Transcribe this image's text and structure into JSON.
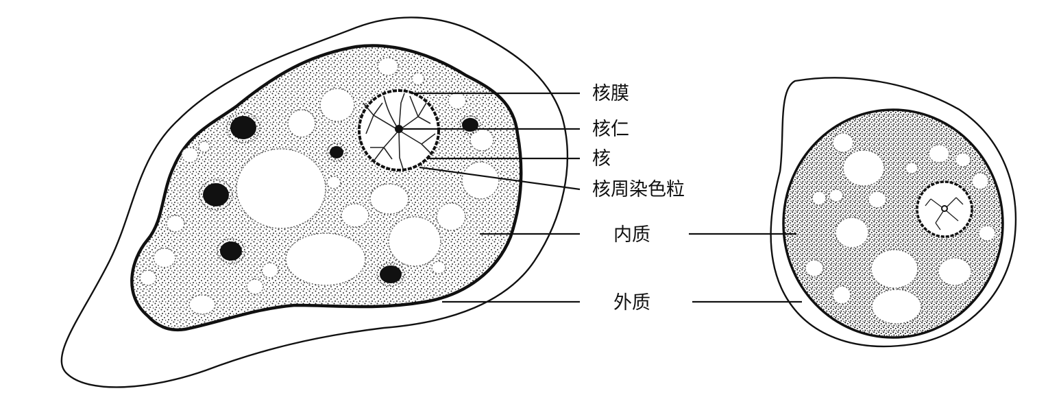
{
  "labels": {
    "nuclear_membrane": "核膜",
    "nucleolus": "核仁",
    "nucleus": "核",
    "peripheral_chromatin": "核周染色粒",
    "endoplasm": "内质",
    "ectoplasm": "外质"
  },
  "colors": {
    "line": "#111111",
    "stipple": "#2a2a2a",
    "background": "#ffffff"
  }
}
